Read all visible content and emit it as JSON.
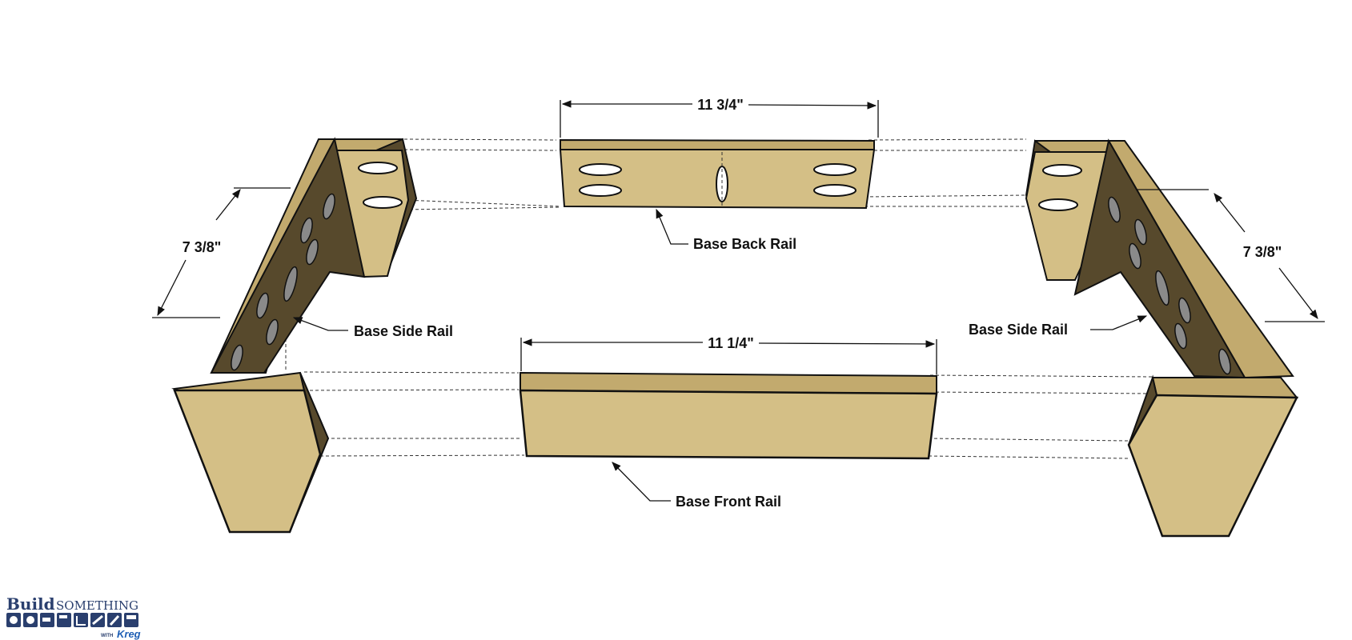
{
  "diagram": {
    "labels": {
      "back_rail": "Base Back Rail",
      "front_rail": "Base Front Rail",
      "left_side_rail": "Base Side Rail",
      "right_side_rail": "Base Side Rail"
    },
    "dimensions": {
      "back_rail_length": "11 3/4\"",
      "front_rail_length": "11 1/4\"",
      "left_side_length": "7 3/8\"",
      "right_side_length": "7 3/8\""
    },
    "colors": {
      "wood_face": "#d4bf86",
      "wood_top": "#c2aa6e",
      "wood_dark": "#57492c",
      "pocket_hole": "#8a8a8a",
      "outline": "#111111"
    }
  },
  "logo": {
    "word1": "Build",
    "word2": "SOMETHING",
    "with": "WITH",
    "brand": "Kreg",
    "icons": [
      "saw-blade-icon",
      "gear-icon",
      "drill-icon",
      "hammer-icon",
      "square-icon",
      "saw-icon",
      "brush-icon",
      "roller-icon"
    ]
  }
}
